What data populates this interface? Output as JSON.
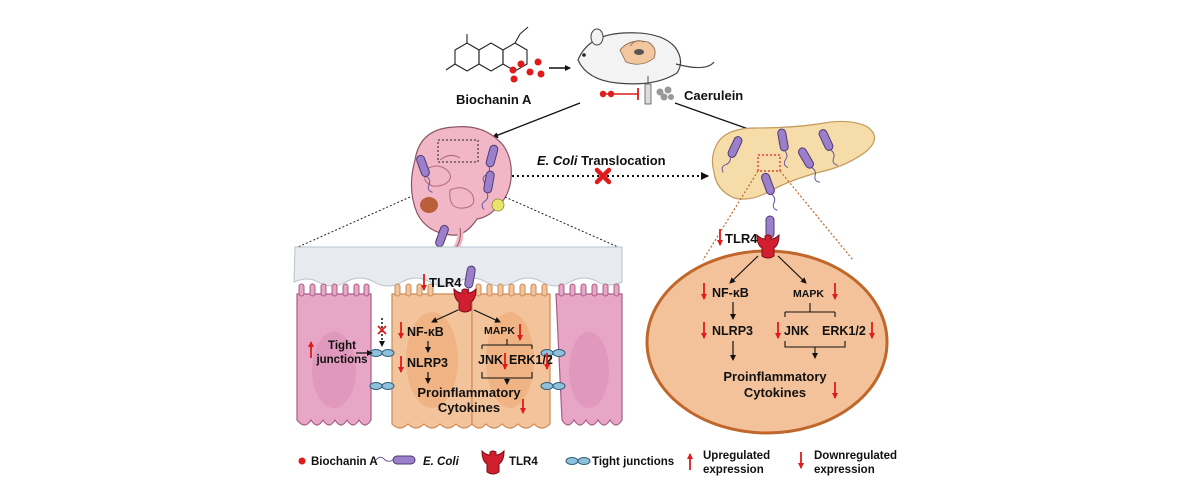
{
  "top": {
    "compound_label": "Biochanin A",
    "inducer_label": "Caerulein",
    "translocation_italic": "E. Coli",
    "translocation_rest": " Translocation"
  },
  "gut": {
    "tlr4": "TLR4",
    "tight_junctions_line1": "Tight",
    "tight_junctions_line2": "junctions",
    "nfkb": "NF-κB",
    "nlrp3": "NLRP3",
    "mapk": "MAPK",
    "jnk": "JNK",
    "erk": "ERK1/2",
    "cytokines_line1": "Proinflammatory",
    "cytokines_line2": "Cytokines"
  },
  "pancreas": {
    "tlr4": "TLR4",
    "nfkb": "NF-κB",
    "nlrp3": "NLRP3",
    "mapk": "MAPK",
    "jnk": "JNK",
    "erk": "ERK1/2",
    "cytokines_line1": "Proinflammatory",
    "cytokines_line2": "Cytokines"
  },
  "legend": {
    "biochanin": "Biochanin A",
    "ecoli": "E. Coli",
    "tlr4": "TLR4",
    "tight": "Tight junctions",
    "up_line1": "Upregulated",
    "up_line2": "expression",
    "down_line1": "Downregulated",
    "down_line2": "expression"
  },
  "colors": {
    "red": "#e01b1b",
    "ecoli_purple": "#9b7fc9",
    "pink_cell": "#e7a6c6",
    "orange_cell": "#f3c49b",
    "pancreas": "#f6dca8",
    "zoom_oval": "#f4c29a",
    "tight_junction": "#8fc1dc"
  }
}
